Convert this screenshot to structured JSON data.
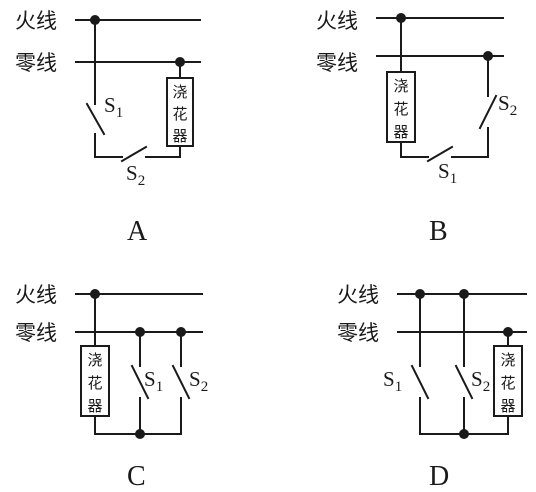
{
  "labels": {
    "live": "火线",
    "neutral": "零线",
    "switch_letter": "S",
    "switch1_sub": "1",
    "switch2_sub": "2",
    "device_chars": [
      "浇",
      "花",
      "器"
    ]
  },
  "options": {
    "a": "A",
    "b": "B",
    "c": "C",
    "d": "D"
  },
  "colors": {
    "ink": "#1a1a1a",
    "background": "#ffffff"
  }
}
